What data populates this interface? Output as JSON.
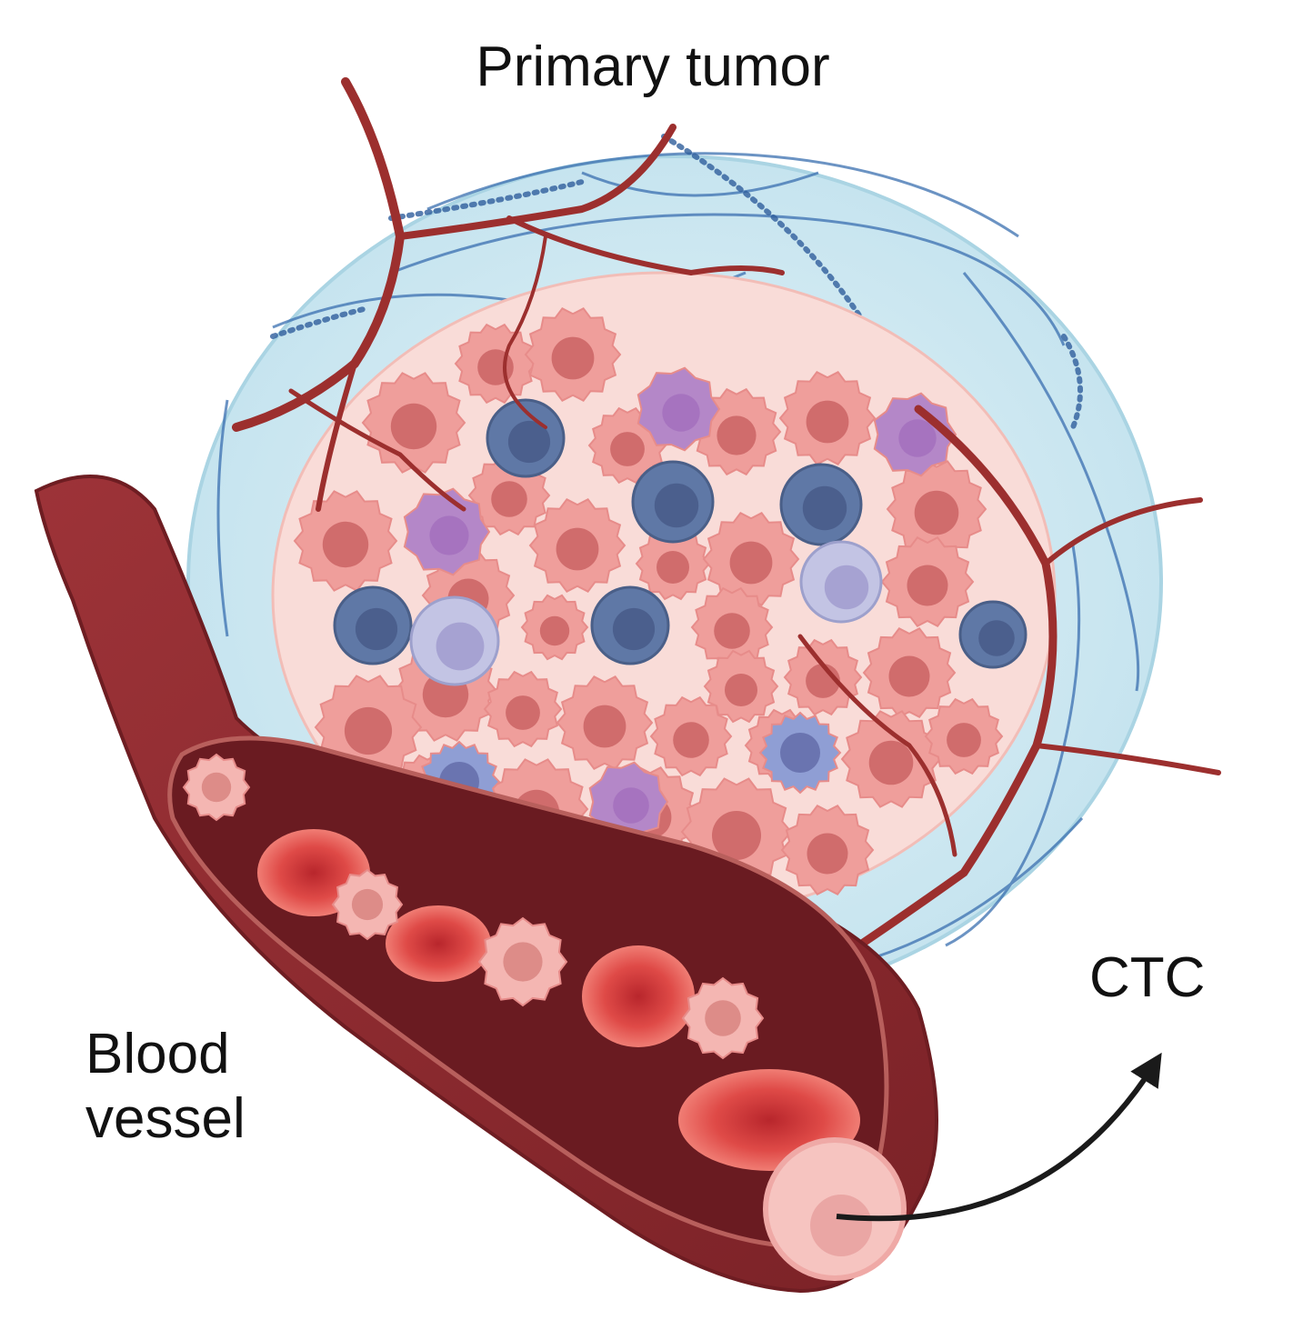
{
  "labels": {
    "title": "Primary tumor",
    "vessel_line1": "Blood",
    "vessel_line2": "vessel",
    "ctc": "CTC"
  },
  "colors": {
    "stroma": "#cfe8f1",
    "stroma_edge": "#a9d2e2",
    "tumor_bg": "#f9dcd8",
    "tumor_cell": "#ef9e9b",
    "tumor_nucleus": "#d06c6c",
    "t_cell": "#5f78a6",
    "dendritic_cell": "#b487c8",
    "immune_pale": "#c3c4e4",
    "capillary": "#9c2f2e",
    "vessel_wall": "#8a2a2e",
    "vessel_lumen": "#6e1d22",
    "rbc": "#d9403f",
    "collagen": "#3a6fb0",
    "arrow": "#1a1a1a"
  },
  "icons": [
    "tumor-cell-icon",
    "t-cell-icon",
    "dendritic-cell-icon",
    "red-blood-cell-icon",
    "capillary-icon",
    "collagen-fiber-icon",
    "ctc-icon",
    "arrow-icon"
  ]
}
